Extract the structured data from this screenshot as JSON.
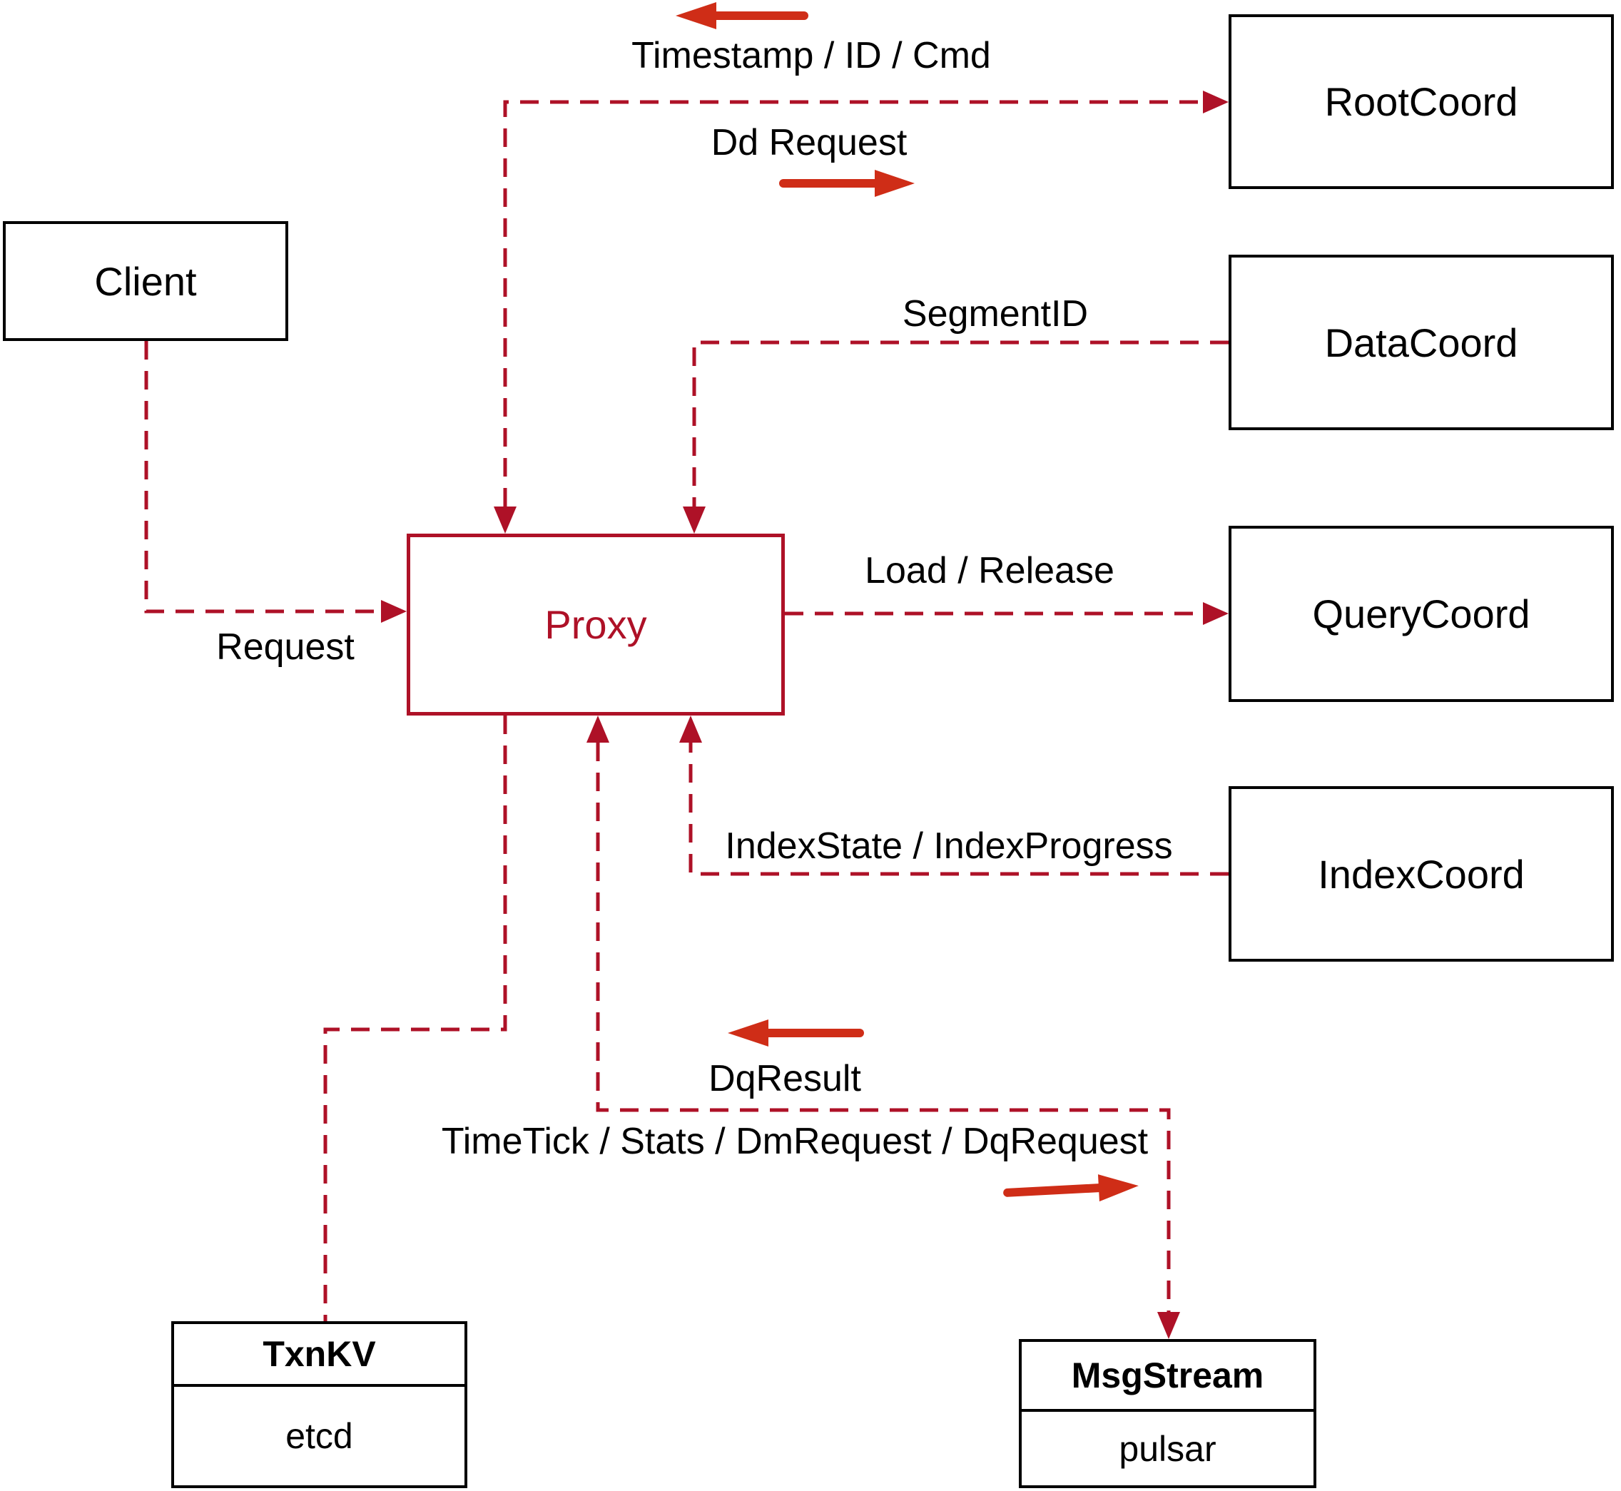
{
  "diagram": {
    "colors": {
      "dashed_line": "#ae1127",
      "flow_arrow": "#cf2d17",
      "box_border": "#000000",
      "text": "#000000",
      "background": "#ffffff"
    },
    "nodes": {
      "client": {
        "label": "Client"
      },
      "proxy": {
        "label": "Proxy"
      },
      "rootcoord": {
        "label": "RootCoord"
      },
      "datacoord": {
        "label": "DataCoord"
      },
      "querycoord": {
        "label": "QueryCoord"
      },
      "indexcoord": {
        "label": "IndexCoord"
      },
      "txnkv": {
        "title": "TxnKV",
        "impl": "etcd"
      },
      "msgstream": {
        "title": "MsgStream",
        "impl": "pulsar"
      }
    },
    "edge_labels": {
      "timestamp": "Timestamp / ID / Cmd",
      "dd_request": "Dd Request",
      "segment_id": "SegmentID",
      "load_release": "Load / Release",
      "index_state": "IndexState / IndexProgress",
      "request": "Request",
      "dq_result": "DqResult",
      "time_tick": "TimeTick / Stats / DmRequest / DqRequest"
    }
  }
}
